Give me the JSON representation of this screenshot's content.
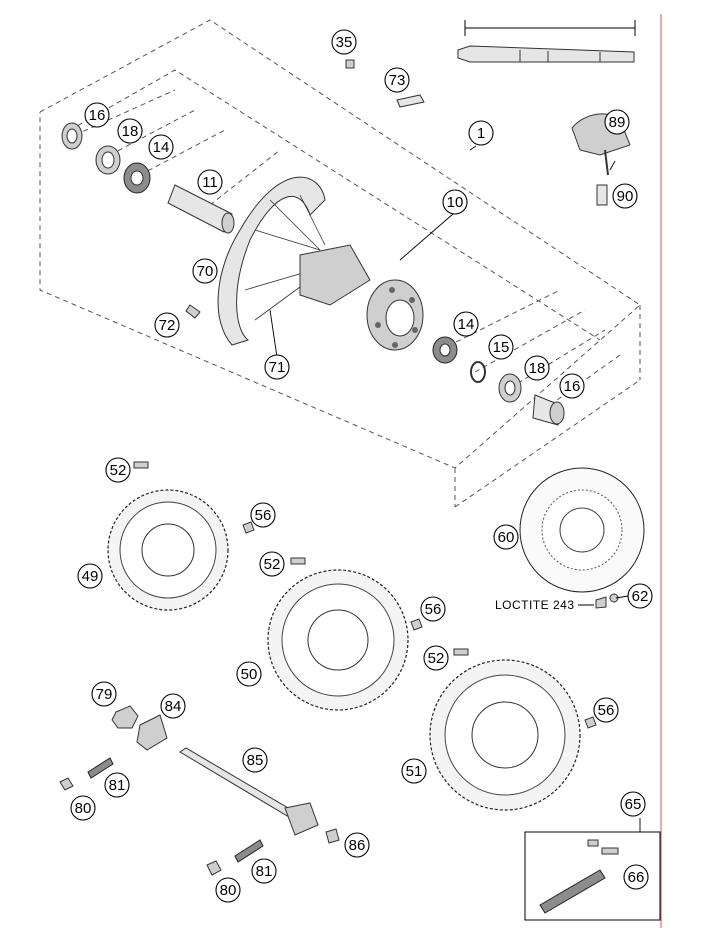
{
  "diagram": {
    "note": "LOCTITE 243",
    "accent_color": "#e05050",
    "callouts": [
      {
        "id": "c35",
        "label": "35",
        "name": "callout-35"
      },
      {
        "id": "c73",
        "label": "73",
        "name": "callout-73"
      },
      {
        "id": "c16a",
        "label": "16",
        "name": "callout-16-top"
      },
      {
        "id": "c18a",
        "label": "18",
        "name": "callout-18-top"
      },
      {
        "id": "c14a",
        "label": "14",
        "name": "callout-14-top"
      },
      {
        "id": "c1",
        "label": "1",
        "name": "callout-1"
      },
      {
        "id": "c89",
        "label": "89",
        "name": "callout-89"
      },
      {
        "id": "c11",
        "label": "11",
        "name": "callout-11"
      },
      {
        "id": "c90",
        "label": "90",
        "name": "callout-90"
      },
      {
        "id": "c10",
        "label": "10",
        "name": "callout-10"
      },
      {
        "id": "c70",
        "label": "70",
        "name": "callout-70"
      },
      {
        "id": "c72",
        "label": "72",
        "name": "callout-72"
      },
      {
        "id": "c14b",
        "label": "14",
        "name": "callout-14-bottom"
      },
      {
        "id": "c15",
        "label": "15",
        "name": "callout-15"
      },
      {
        "id": "c71",
        "label": "71",
        "name": "callout-71"
      },
      {
        "id": "c18b",
        "label": "18",
        "name": "callout-18-bottom"
      },
      {
        "id": "c16b",
        "label": "16",
        "name": "callout-16-bottom"
      },
      {
        "id": "c52a",
        "label": "52",
        "name": "callout-52-a"
      },
      {
        "id": "c56a",
        "label": "56",
        "name": "callout-56-a"
      },
      {
        "id": "c49",
        "label": "49",
        "name": "callout-49"
      },
      {
        "id": "c52b",
        "label": "52",
        "name": "callout-52-b"
      },
      {
        "id": "c60",
        "label": "60",
        "name": "callout-60"
      },
      {
        "id": "c62",
        "label": "62",
        "name": "callout-62"
      },
      {
        "id": "c56b",
        "label": "56",
        "name": "callout-56-b"
      },
      {
        "id": "c52c",
        "label": "52",
        "name": "callout-52-c"
      },
      {
        "id": "c50",
        "label": "50",
        "name": "callout-50"
      },
      {
        "id": "c79",
        "label": "79",
        "name": "callout-79"
      },
      {
        "id": "c84",
        "label": "84",
        "name": "callout-84"
      },
      {
        "id": "c56c",
        "label": "56",
        "name": "callout-56-c"
      },
      {
        "id": "c85",
        "label": "85",
        "name": "callout-85"
      },
      {
        "id": "c51",
        "label": "51",
        "name": "callout-51"
      },
      {
        "id": "c81a",
        "label": "81",
        "name": "callout-81-a"
      },
      {
        "id": "c80a",
        "label": "80",
        "name": "callout-80-a"
      },
      {
        "id": "c65",
        "label": "65",
        "name": "callout-65"
      },
      {
        "id": "c86",
        "label": "86",
        "name": "callout-86"
      },
      {
        "id": "c81b",
        "label": "81",
        "name": "callout-81-b"
      },
      {
        "id": "c66",
        "label": "66",
        "name": "callout-66"
      },
      {
        "id": "c80b",
        "label": "80",
        "name": "callout-80-b"
      }
    ]
  }
}
